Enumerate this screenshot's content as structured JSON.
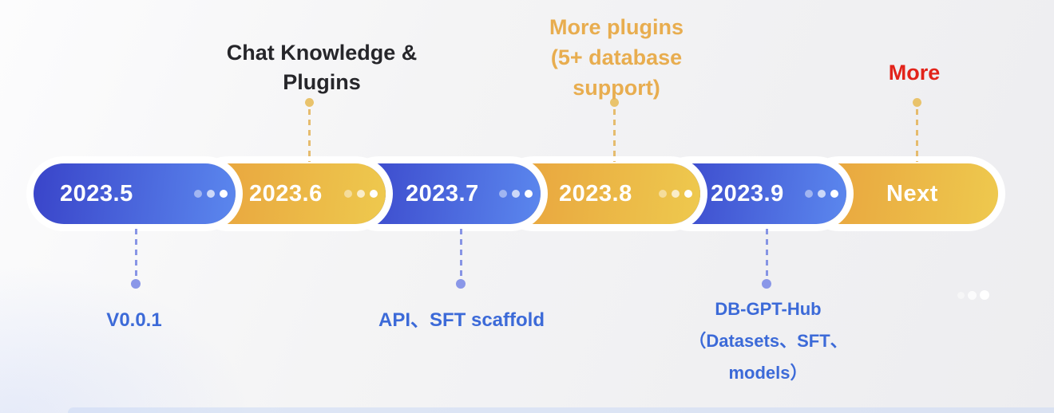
{
  "timeline": {
    "milestones": [
      {
        "label": "2023.5",
        "theme": "blue",
        "has_more_dots": true
      },
      {
        "label": "2023.6",
        "theme": "yellow",
        "has_more_dots": true
      },
      {
        "label": "2023.7",
        "theme": "blue",
        "has_more_dots": true
      },
      {
        "label": "2023.8",
        "theme": "yellow",
        "has_more_dots": true
      },
      {
        "label": "2023.9",
        "theme": "blue",
        "has_more_dots": true
      },
      {
        "label": "Next",
        "theme": "yellow",
        "has_more_dots": false
      }
    ]
  },
  "annotations_above": [
    {
      "text": "Chat Knowledge &\nPlugins",
      "attached_to": "2023.6",
      "color": "#26262a"
    },
    {
      "text": "More plugins\n(5+ database\nsupport)",
      "attached_to": "2023.8",
      "color": "#e8ad4f"
    },
    {
      "text": "More",
      "attached_to": "Next",
      "color": "#e2231a"
    }
  ],
  "annotations_below": [
    {
      "text": "V0.0.1",
      "attached_to": "2023.5",
      "color": "#3c6ad8"
    },
    {
      "text": "API、SFT scaffold",
      "attached_to": "2023.7",
      "color": "#3c6ad8"
    },
    {
      "text": "DB-GPT-Hub\n（Datasets、SFT、\nmodels）",
      "attached_to": "2023.9",
      "color": "#3c6ad8"
    }
  ],
  "colors": {
    "pill_blue_start": "#3944c9",
    "pill_blue_end": "#5b87ee",
    "pill_yellow_start": "#e8a23d",
    "pill_yellow_end": "#eec94e",
    "pill_outline": "#ffffff",
    "connector_gold": "#e4b762",
    "connector_indigo": "#7c8ae2",
    "label_black": "#26262a",
    "label_gold": "#e8ad4f",
    "label_red": "#e2231a",
    "label_blue": "#3c6ad8",
    "background": "#f2f2f4"
  }
}
